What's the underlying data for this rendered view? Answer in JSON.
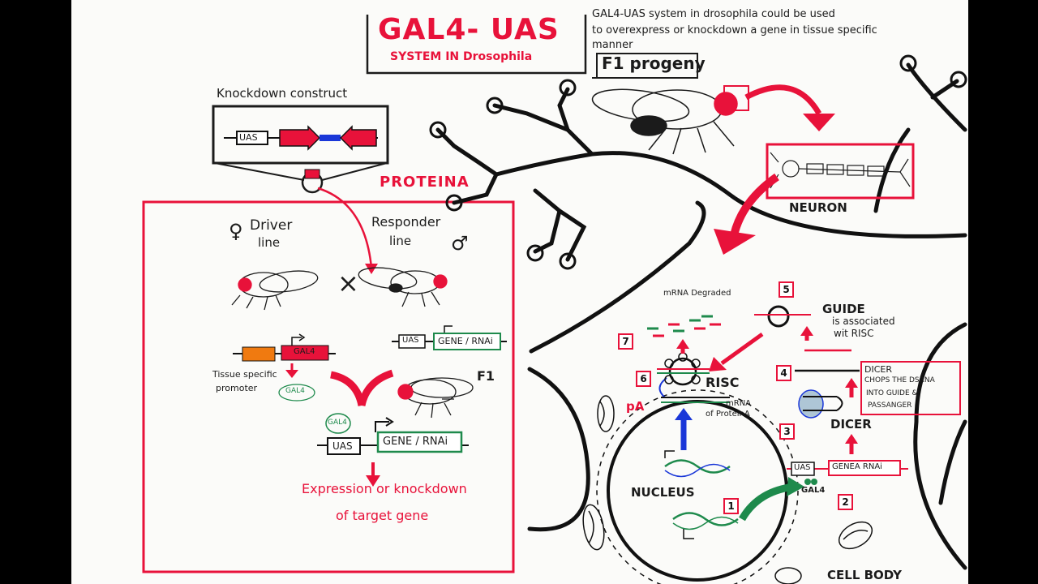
{
  "title": {
    "main": "GAL4- UAS",
    "sub": "SYSTEM IN Drosophila",
    "note_line1": "GAL4-UAS system in drosophila could be used",
    "note_line2": "to overexpress or knockdown a gene in tissue specific",
    "note_line3": "manner"
  },
  "labels": {
    "f1_progeny": "F1 progeny",
    "knockdown_construct": "Knockdown construct",
    "uas_top": "UAS",
    "proteina": "PROTEINA",
    "neuron": "NEURON",
    "driver_line_1": "Driver",
    "driver_line_2": "line",
    "responder_line_1": "Responder",
    "responder_line_2": "line",
    "female_symbol": "♀",
    "male_symbol": "♂",
    "cross_symbol": "×",
    "gal4_gene": "GAL4",
    "uas_responder": "UAS",
    "gene_rnai_responder": "GENE / RNAi",
    "tissue_promoter_1": "Tissue specific",
    "tissue_promoter_2": "promoter",
    "gal4_protein_left": "GAL4",
    "gal4_bound": "GAL4",
    "f1_mark": "F1",
    "uas_f1": "UAS",
    "gene_rnai_f1": "GENE / RNAi",
    "expression_1": "Expression or knockdown",
    "expression_2": "of target gene",
    "mrna_degraded": "mRNA Degraded",
    "guide": "GUIDE",
    "guide_note_1": "is associated",
    "guide_note_2": "wit RISC",
    "risc": "RISC",
    "pa": "pA",
    "mrna_of_proteina_1": "mRNA",
    "mrna_of_proteina_2": "of ProteinA",
    "dicer_note_1": "DICER",
    "dicer_note_2": "CHOPS THE DSRNA",
    "dicer_note_3": "INTO GUIDE &",
    "dicer_note_4": "PASSANGER",
    "dicer": "DICER",
    "uas_cell": "UAS",
    "gene_rnai_cell": "GENEA RNAi",
    "gal4_cell": "GAL4",
    "nucleus": "NUCLEUS",
    "cell_body": "CELL BODY"
  },
  "steps": [
    "1",
    "2",
    "3",
    "4",
    "5",
    "6",
    "7"
  ],
  "colors": {
    "red": "#e8123a",
    "green": "#1e8a4c",
    "blue": "#1a37d8",
    "orange": "#f07a10",
    "ink": "#1b1b1b"
  }
}
